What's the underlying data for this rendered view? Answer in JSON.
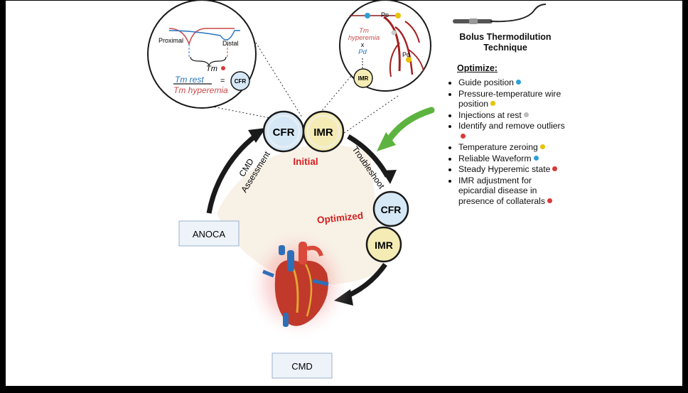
{
  "panel_title_line1": "Bolus Thermodilution",
  "panel_title_line2": "Technique",
  "optimize_heading": "Optimize:",
  "optimize_items": [
    {
      "text": "Guide position",
      "marker": "#2ca0d8"
    },
    {
      "text": "Pressure-temperature wire position",
      "marker": "#e8c200"
    },
    {
      "text": "Injections at rest",
      "marker": "#bbbbbb"
    },
    {
      "text": "Identify and remove outliers",
      "marker": "#d93a3a"
    },
    {
      "text": "Temperature zeroing",
      "marker": "#e8c200"
    },
    {
      "text": "Reliable Waveform",
      "marker": "#2ca0d8"
    },
    {
      "text": "Steady Hyperemic state",
      "marker": "#d93a3a"
    },
    {
      "text": "IMR adjustment for epicardial disease in presence of collaterals",
      "marker": "#d93a3a"
    }
  ],
  "cycle": {
    "cfr": "CFR",
    "imr": "IMR",
    "initial": "Initial",
    "optimized": "Optimized",
    "assessment_line1": "CMD",
    "assessment_line2": "Assessment",
    "troubleshoot": "Troubleshoot"
  },
  "anoca": "ANOCA",
  "cmd": "CMD",
  "curve_inset": {
    "proximal": "Proximal",
    "distal": "Distal",
    "tm": "Tm",
    "tm_rest": "Tm rest",
    "tm_hyperemia": "Tm hyperemia",
    "equals": "=",
    "cfr": "CFR"
  },
  "vessel_inset": {
    "pp": "Pp",
    "pd_label": "Pd",
    "tm": "Tm",
    "hyperemia": "hyperemia",
    "x": "x",
    "pd": "Pd",
    "imr": "IMR"
  },
  "colors": {
    "cfr_fill": "#d6e8f6",
    "imr_fill": "#f4ecb4",
    "accent_red": "#d22020",
    "blue_text": "#2573c0",
    "cycle_bg": "#f8f1e6",
    "arrow_green": "#5db33f"
  }
}
